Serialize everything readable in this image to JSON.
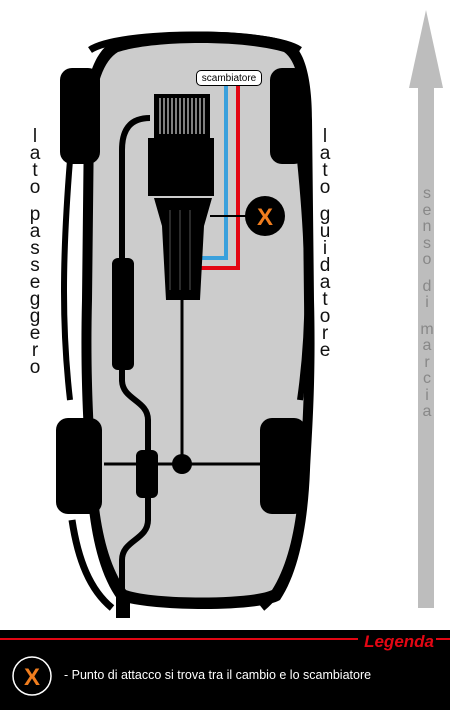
{
  "labels": {
    "passenger_side": [
      "l",
      "a",
      "t",
      "o",
      "",
      "p",
      "a",
      "s",
      "s",
      "e",
      "g",
      "g",
      "e",
      "r",
      "o"
    ],
    "driver_side": [
      "l",
      "a",
      "t",
      "o",
      "",
      "g",
      "u",
      "i",
      "d",
      "a",
      "t",
      "o",
      "r",
      "e"
    ],
    "direction": [
      "s",
      "e",
      "n",
      "s",
      "o",
      "",
      "d",
      "i",
      "",
      "m",
      "a",
      "r",
      "c",
      "i",
      "a"
    ],
    "exchanger": "scambiatore"
  },
  "legend": {
    "title": "Legenda",
    "marker": "X",
    "description": "- Punto di attacco si trova tra il cambio e lo scambiatore"
  },
  "colors": {
    "body": "#cccccc",
    "tire": "#000000",
    "cooler_red": "#e30613",
    "cooler_blue": "#3aa0dc",
    "marker_orange": "#f07d1e",
    "arrow": "#bdbdbd",
    "legend_accent": "#e30613"
  },
  "icons": [
    "attachment-marker-icon",
    "direction-arrow-icon"
  ]
}
